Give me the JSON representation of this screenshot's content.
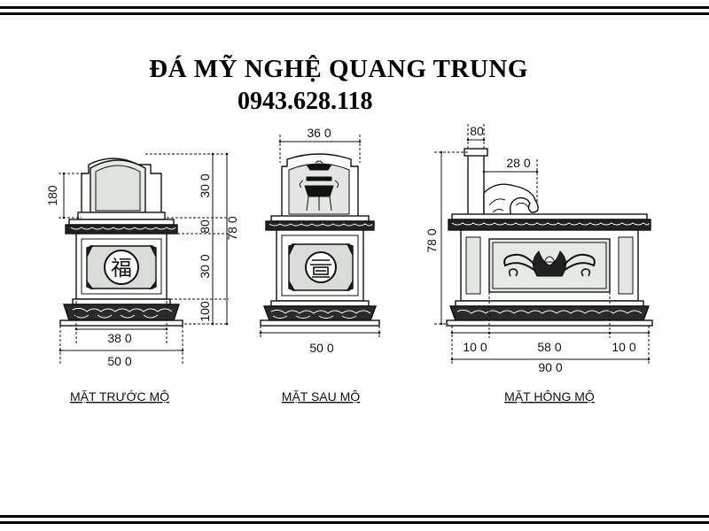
{
  "header": {
    "title": "ĐÁ MỸ NGHỆ QUANG TRUNG",
    "phone": "0943.628.118"
  },
  "front_view": {
    "caption": "MẶT TRƯỚC MỘ",
    "emblem_char": "福",
    "dims": {
      "top_height": "30 0",
      "mid_height": "80",
      "body_height": "30 0",
      "base_height": "100",
      "total_height": "78 0",
      "panel_height": "180",
      "inner_width": "38 0",
      "outer_width": "50 0"
    }
  },
  "back_view": {
    "caption": "MẶT SAU MỘ",
    "dims": {
      "top_width": "36 0",
      "base_width": "50 0"
    }
  },
  "side_view": {
    "caption": "MẶT HÔNG MỘ",
    "dims": {
      "post_width": "80",
      "scroll_width": "28 0",
      "total_height": "78 0",
      "left_margin": "10 0",
      "middle": "58 0",
      "right_margin": "10 0",
      "total_width": "90 0"
    }
  }
}
